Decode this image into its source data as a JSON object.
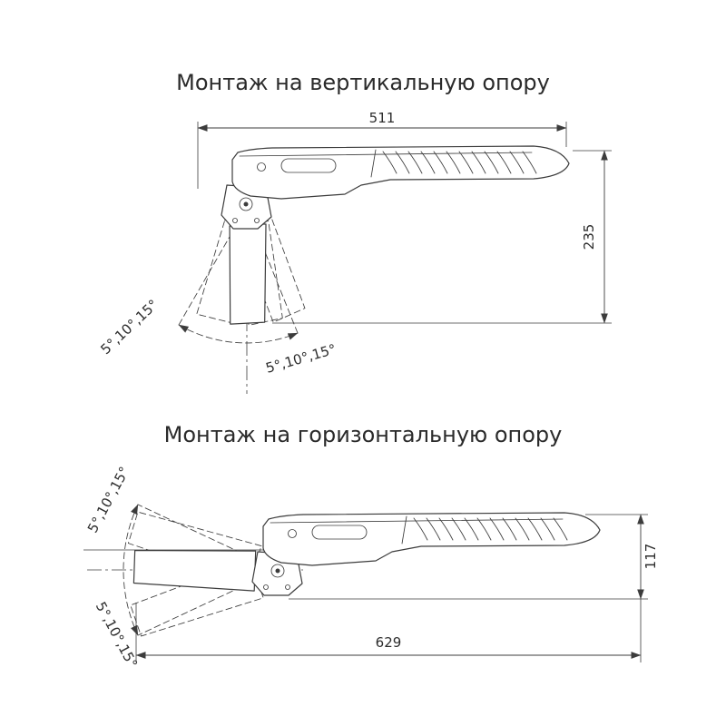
{
  "drawing": {
    "vertical": {
      "title": "Монтаж на вертикальную опору",
      "width_label": "511",
      "height_label": "235",
      "tilt_left_label": "5°,10°,15°",
      "tilt_right_label": "5°,10°,15°"
    },
    "horizontal": {
      "title": "Монтаж на горизонтальную опору",
      "length_label": "629",
      "height_label": "117",
      "tilt_up_label": "5°,10°,15°",
      "tilt_down_label": "5°,10°,15°"
    }
  },
  "colors": {
    "line": "#3c3c3c",
    "text": "#2d2d2d",
    "background": "#ffffff"
  }
}
